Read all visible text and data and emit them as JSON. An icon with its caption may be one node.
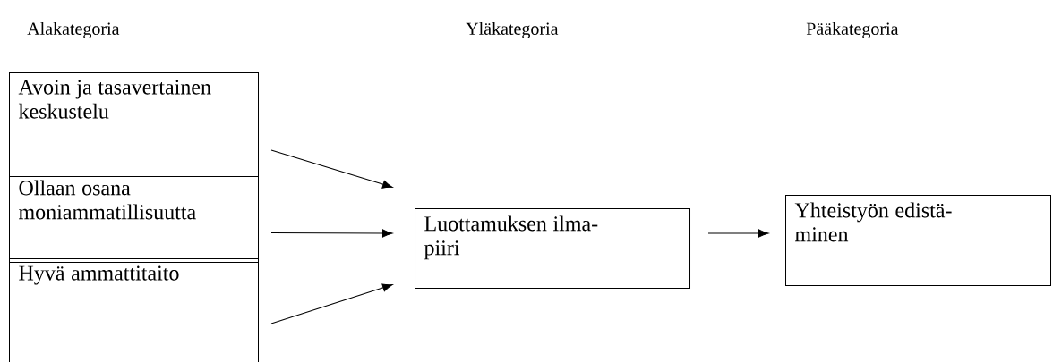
{
  "diagram": {
    "nodes": [
      {
        "text": [
          "Avoin ja tasavertainen keskustelu"
        ]
      },
      {
        "text": [
          "Ollaan osana moniammatillisuutta"
        ]
      },
      {
        "text": [
          "Hyvä ammattitaito"
        ]
      },
      {
        "text": [
          "Luottamuksen ilma- piiri"
        ]
      },
      {
        "text": [
          "Yhteistyön edistä- minen"
        ]
      }
    ],
    "edges": [
      {
        "from": 0,
        "to": 3,
        "arrow": "to"
      },
      {
        "from": 1,
        "to": 3,
        "arrow": "to"
      },
      {
        "from": 2,
        "to": 3,
        "arrow": "to"
      },
      {
        "from": 3,
        "to": 4,
        "arrow": "to"
      }
    ],
    "labels": [
      "Alakategoria",
      "Yläkategoria",
      "Pääkategoria"
    ]
  }
}
